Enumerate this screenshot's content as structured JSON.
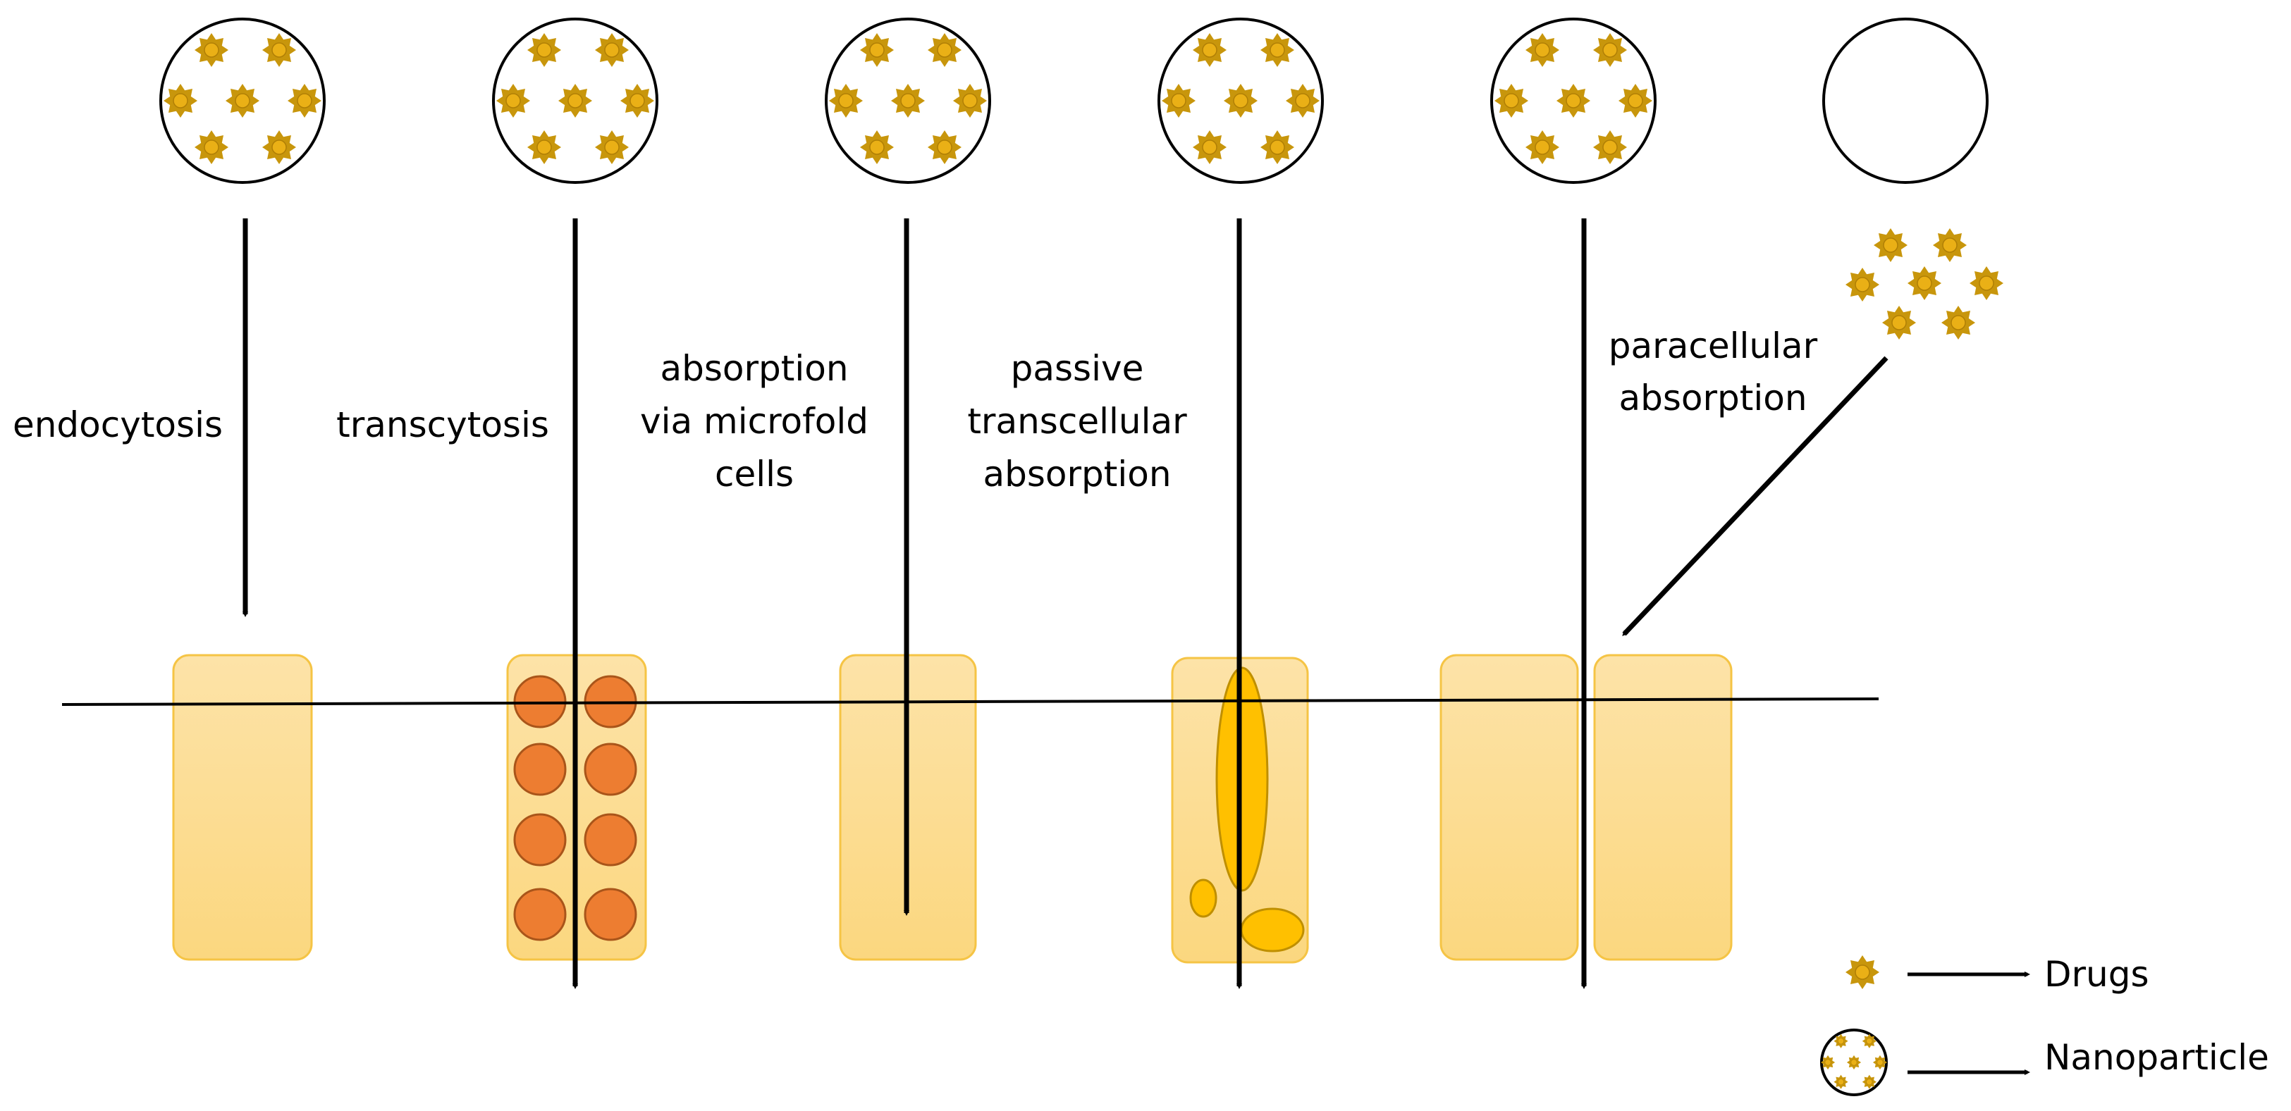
{
  "labels": {
    "endocytosis": "endocytosis",
    "transcytosis": "transcytosis",
    "microfold": [
      "absorption",
      "via microfold",
      "cells"
    ],
    "passive": [
      "passive",
      "transcellular",
      "absorption"
    ],
    "paracellular": [
      "paracellular",
      "absorption"
    ]
  },
  "legend": {
    "drugs": "Drugs",
    "nanoparticle": "Nanoparticle"
  },
  "colors": {
    "cell_fill_top": "#fde3a8",
    "cell_fill_bottom": "#fbd77f",
    "cell_stroke": "#f5c445",
    "drug_outer": "#c8960c",
    "drug_inner": "#eab016",
    "organelle": "#ed7d31",
    "organelle_stroke": "#a9551a",
    "vesicle": "#ffc000",
    "vesicle_stroke": "#bf8f00",
    "line": "#000000"
  }
}
